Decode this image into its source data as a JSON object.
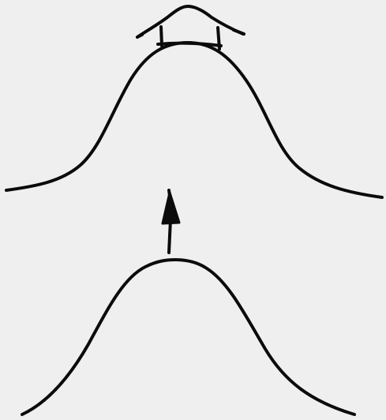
{
  "diagram": {
    "elements": [
      "upper-bell-curve",
      "structure-on-peak",
      "upward-arrow",
      "lower-bell-curve"
    ],
    "ink_color": "#0b0b0b",
    "background_color": "#efefef"
  }
}
